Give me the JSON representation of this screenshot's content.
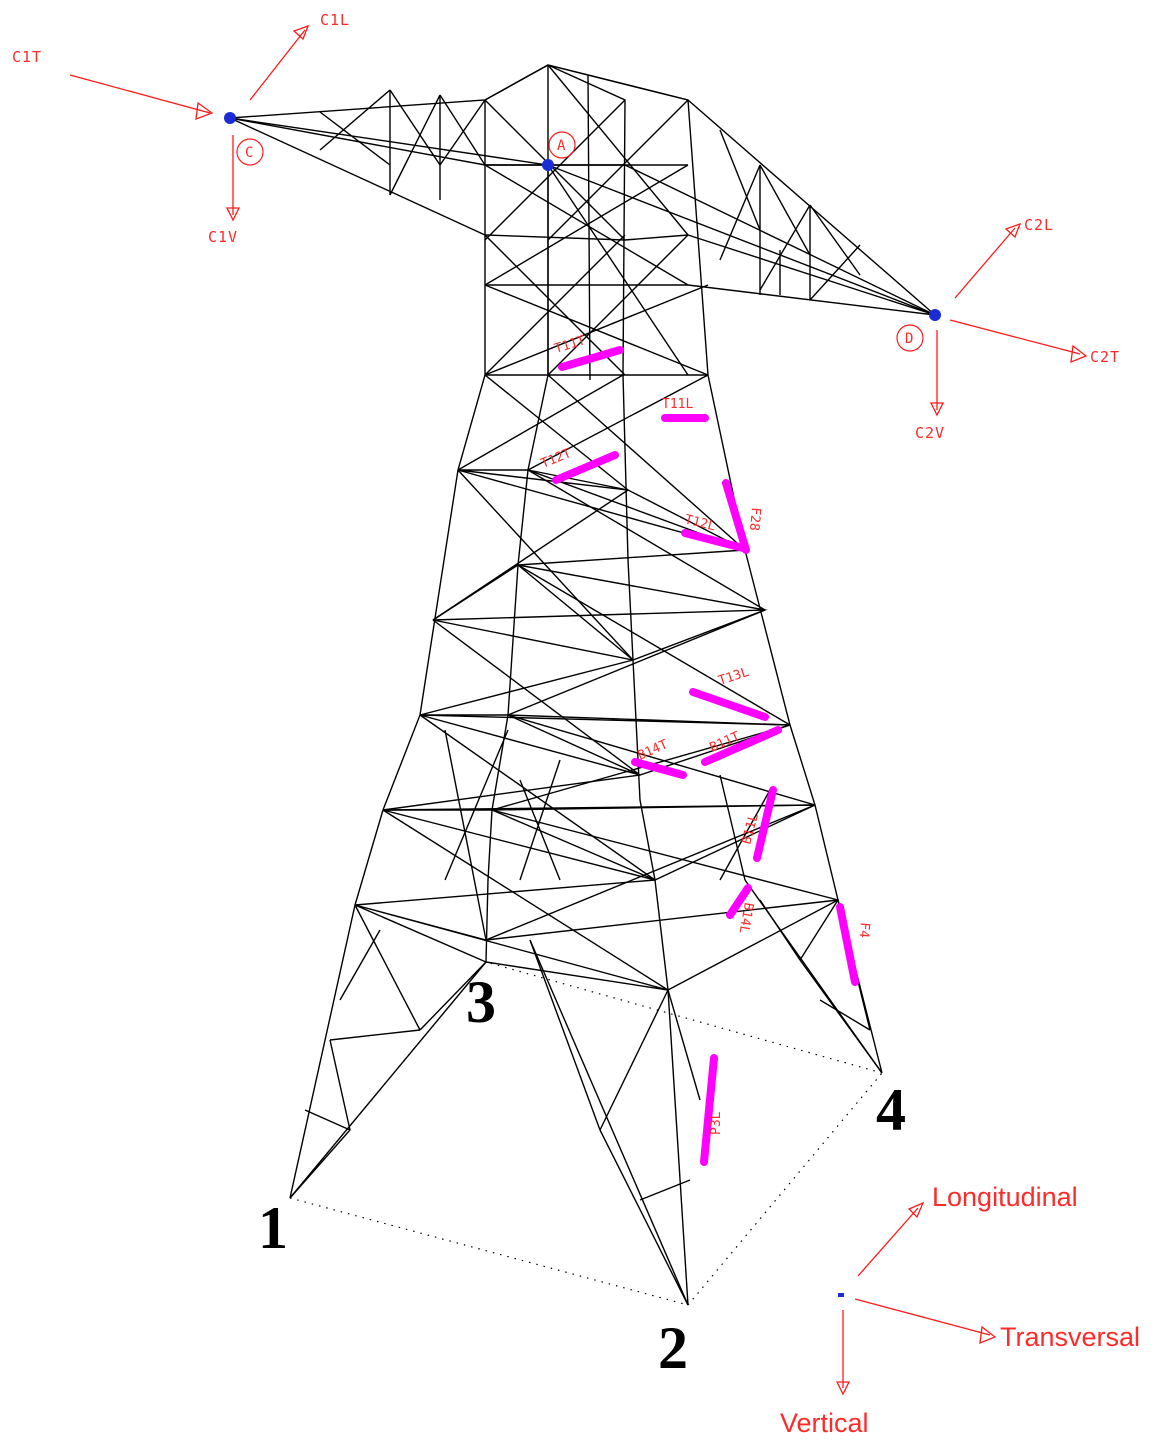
{
  "diagram": {
    "leg_labels": [
      "1",
      "2",
      "3",
      "4"
    ],
    "attachment_points": [
      "A",
      "C",
      "D"
    ],
    "load_labels": {
      "c1t": "C1T",
      "c1l": "C1L",
      "c1v": "C1V",
      "c2l": "C2L",
      "c2t": "C2T",
      "c2v": "C2V"
    },
    "axes": {
      "longitudinal": "Longitudinal",
      "transversal": "Transversal",
      "vertical": "Vertical"
    },
    "highlighted_members": [
      "T11T",
      "T11L",
      "T12T",
      "T12L",
      "F28",
      "T13L",
      "B11T",
      "B14T",
      "B11L",
      "B14L",
      "F4",
      "P3L"
    ],
    "colors": {
      "structure": "#000000",
      "highlight": "#ff00ff",
      "annotation": "#ff2a2a",
      "node": "#1a2cd6"
    }
  }
}
